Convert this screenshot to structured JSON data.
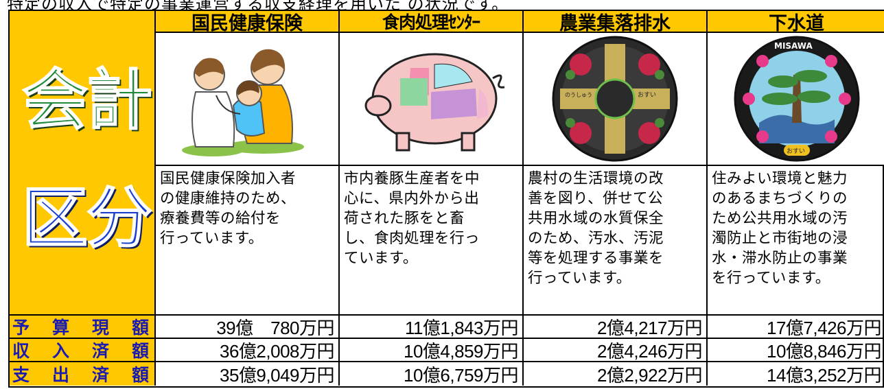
{
  "top_text": "特定の収入で特定の事業運営する収支経理を用いた                    の状況です。",
  "left_title": {
    "top": "会計",
    "bottom": "区分"
  },
  "columns": [
    {
      "header": "国民健康保険",
      "image_icon": "doctor-child-illustration",
      "description": [
        "国民健康保険加入者",
        "の健康維持のため、",
        "療養費等の給付を",
        "行っています。"
      ],
      "amounts": [
        "39億　780万円",
        "36億2,008万円",
        "35億9,049万円"
      ]
    },
    {
      "header": "食肉処理ｾﾝﾀｰ",
      "image_icon": "pig-cuts-illustration",
      "description": [
        "市内養豚生産者を中",
        "心に、県内外から出",
        "荷された豚をと畜",
        "し、食肉処理を行っ",
        "ています。"
      ],
      "amounts": [
        "11億1,843万円",
        "10億4,859万円",
        "10億6,759万円"
      ]
    },
    {
      "header": "農業集落排水",
      "image_icon": "manhole-cover-agri",
      "manhole_left": "のうしゅう",
      "manhole_right": "おすい",
      "description": [
        "農村の生活環境の改",
        "善を図り、併せて公",
        "共用水域の水質保全",
        "のため、汚水、汚泥",
        "等を処理する事業を",
        "行っています。"
      ],
      "amounts": [
        "2億4,217万円",
        "2億4,246万円",
        "2億2,922万円"
      ]
    },
    {
      "header": "下水道",
      "image_icon": "manhole-cover-misawa",
      "manhole_top": "MISAWA",
      "manhole_bottom": "おすい",
      "description": [
        "住みよい環境と魅力",
        "のあるまちづくりの",
        "ため公共用水域の汚",
        "濁防止と市街地の浸",
        "水・滞水防止の事業",
        "を行っています。"
      ],
      "amounts": [
        "17億7,426万円",
        "10億8,846万円",
        "14億3,252万円"
      ]
    }
  ],
  "row_labels": [
    [
      "予",
      "算",
      "現",
      "額"
    ],
    [
      "収",
      "入",
      "済",
      "額"
    ],
    [
      "支",
      "出",
      "済",
      "額"
    ]
  ],
  "colors": {
    "header_bg": "#ffc800",
    "label_text": "#1b1bb0",
    "title_green": "#1f8a3a",
    "title_blue": "#1a3fcf"
  }
}
